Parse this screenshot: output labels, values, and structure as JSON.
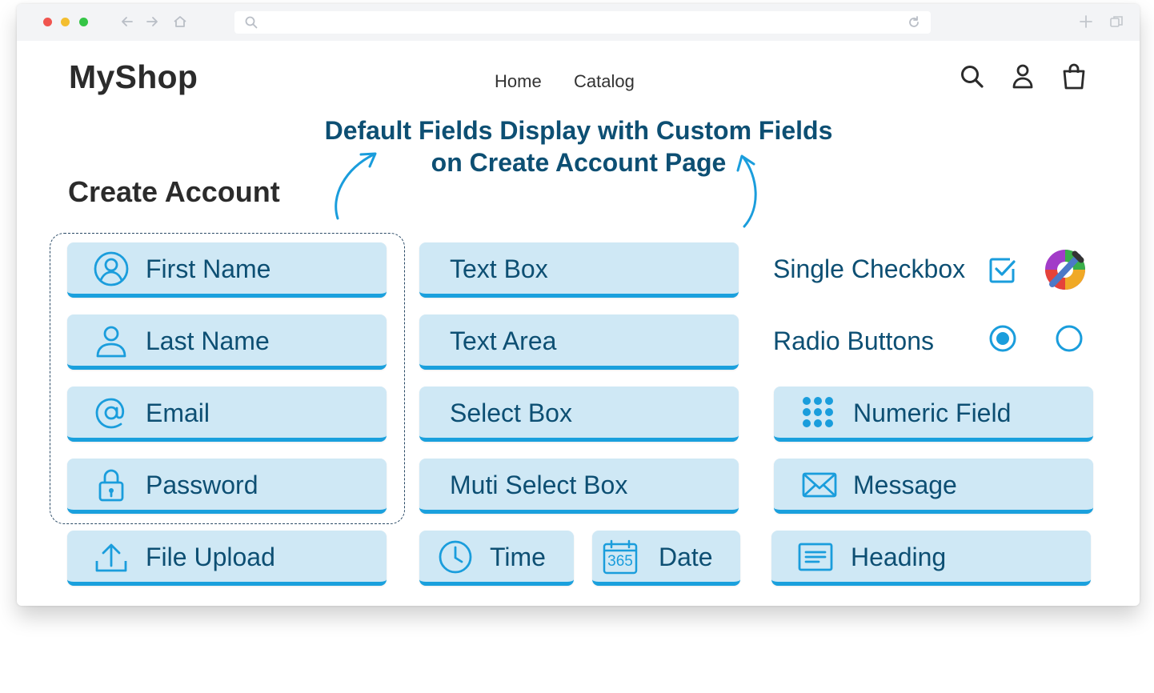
{
  "site": {
    "brand": "MyShop"
  },
  "nav": {
    "items": [
      "Home",
      "Catalog"
    ]
  },
  "callout": {
    "line1": "Default Fields Display with Custom Fields",
    "line2": "on Create Account Page"
  },
  "form": {
    "title": "Create Account",
    "default_fields": {
      "first_name": "First Name",
      "last_name": "Last Name",
      "email": "Email",
      "password": "Password"
    },
    "custom_fields": {
      "text_box": "Text Box",
      "text_area": "Text Area",
      "select_box": "Select Box",
      "multi_select_box": "Muti Select Box",
      "file_upload": "File Upload",
      "time": "Time",
      "date": "Date",
      "date_badge": "365",
      "single_checkbox": "Single Checkbox",
      "radio_buttons": "Radio Buttons",
      "numeric_field": "Numeric Field",
      "message": "Message",
      "heading": "Heading"
    }
  },
  "icons": {
    "chrome": [
      "back-arrow-icon",
      "forward-arrow-icon",
      "home-icon",
      "search-icon",
      "reload-icon",
      "new-tab-icon",
      "tabs-icon"
    ],
    "header": [
      "search-icon",
      "user-icon",
      "cart-icon"
    ],
    "fields": [
      "user-circle-icon",
      "user-icon",
      "at-icon",
      "lock-icon",
      "upload-icon",
      "clock-icon",
      "calendar-icon",
      "checkbox-checked-icon",
      "color-picker-icon",
      "radio-selected-icon",
      "radio-empty-icon",
      "keypad-icon",
      "envelope-icon",
      "heading-icon"
    ]
  },
  "colors": {
    "field_bg": "#cfe8f5",
    "field_accent": "#1aa0dd",
    "label_text": "#0d4f73",
    "title_text": "#2b2b2b"
  }
}
